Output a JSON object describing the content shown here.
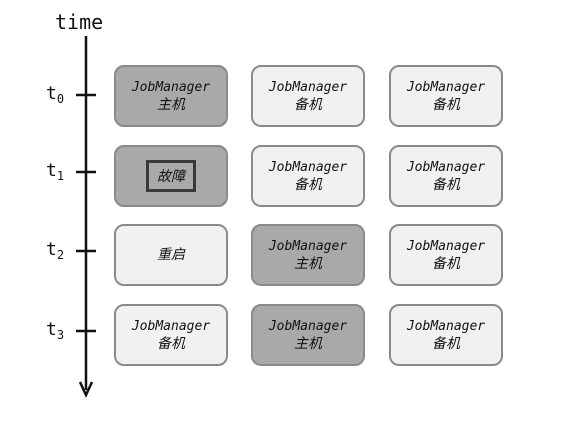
{
  "axis": {
    "title": "time"
  },
  "ticks": [
    {
      "base": "t",
      "sub": "0"
    },
    {
      "base": "t",
      "sub": "1"
    },
    {
      "base": "t",
      "sub": "2"
    },
    {
      "base": "t",
      "sub": "3"
    }
  ],
  "rows": [
    [
      {
        "line1": "JobManager",
        "line2": "主机",
        "shade": "dark"
      },
      {
        "line1": "JobManager",
        "line2": "备机",
        "shade": "light"
      },
      {
        "line1": "JobManager",
        "line2": "备机",
        "shade": "light"
      }
    ],
    [
      {
        "line1": "",
        "line2": "故障",
        "shade": "dark",
        "framed": true
      },
      {
        "line1": "JobManager",
        "line2": "备机",
        "shade": "light"
      },
      {
        "line1": "JobManager",
        "line2": "备机",
        "shade": "light"
      }
    ],
    [
      {
        "line1": "",
        "line2": "重启",
        "shade": "light"
      },
      {
        "line1": "JobManager",
        "line2": "主机",
        "shade": "dark"
      },
      {
        "line1": "JobManager",
        "line2": "备机",
        "shade": "light"
      }
    ],
    [
      {
        "line1": "JobManager",
        "line2": "备机",
        "shade": "light"
      },
      {
        "line1": "JobManager",
        "line2": "主机",
        "shade": "dark"
      },
      {
        "line1": "JobManager",
        "line2": "备机",
        "shade": "light"
      }
    ]
  ],
  "colors": {
    "dark_box": "#a9a9a9",
    "light_box": "#f1f1f1",
    "border": "#8a8a8a",
    "axis": "#111111"
  }
}
